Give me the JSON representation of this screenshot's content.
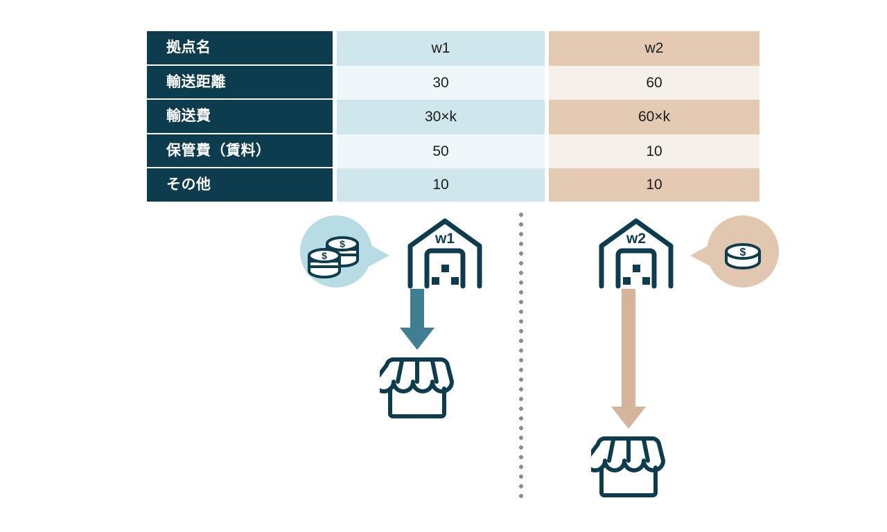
{
  "table": {
    "row_labels": [
      "拠点名",
      "輸送距離",
      "輸送費",
      "保管費（賃料）",
      "その他"
    ],
    "columns": [
      {
        "key": "w1",
        "header": "w1",
        "values": [
          "30",
          "30×k",
          "50",
          "10"
        ],
        "accent_color": "#cee6ec",
        "alt_color": "#eef7f9"
      },
      {
        "key": "w2",
        "header": "w2",
        "values": [
          "60",
          "60×k",
          "10",
          "10"
        ],
        "accent_color": "#e4c9b3",
        "alt_color": "#f6f0eb"
      }
    ],
    "label_bg_color": "#0d3c4e"
  },
  "diagram": {
    "divider": {
      "name": "dotted-divider",
      "color": "#8c8c8c"
    },
    "left": {
      "warehouse_label": "w1",
      "bubble_color": "#b8dce4",
      "bubble_side": "left",
      "coin_count": 2,
      "coin_symbol": "$",
      "arrow_color": "#3f7e93",
      "arrow_length_label": "short",
      "shop_color": "#0d3c4e"
    },
    "right": {
      "warehouse_label": "w2",
      "bubble_color": "#e2c7b0",
      "bubble_side": "right",
      "coin_count": 1,
      "coin_symbol": "$",
      "arrow_color": "#d6b49b",
      "arrow_length_label": "long",
      "shop_color": "#0d3c4e"
    }
  }
}
